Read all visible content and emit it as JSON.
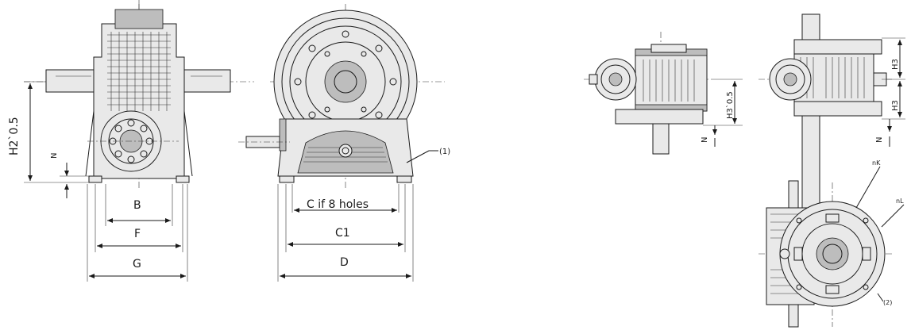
{
  "labels": {
    "h2": "H2`0.5",
    "n_left": "N",
    "b": "B",
    "f": "F",
    "g": "G",
    "c8": "C if 8 holes",
    "c1": "C1",
    "d": "D",
    "note1": "(1)",
    "h3_05": "H3`0.5",
    "h3_top": "H3",
    "h3_bottom": "H3",
    "n_mid": "N",
    "n_right": "N",
    "nk": "nK",
    "nl": "nL",
    "note2": "(2)"
  }
}
